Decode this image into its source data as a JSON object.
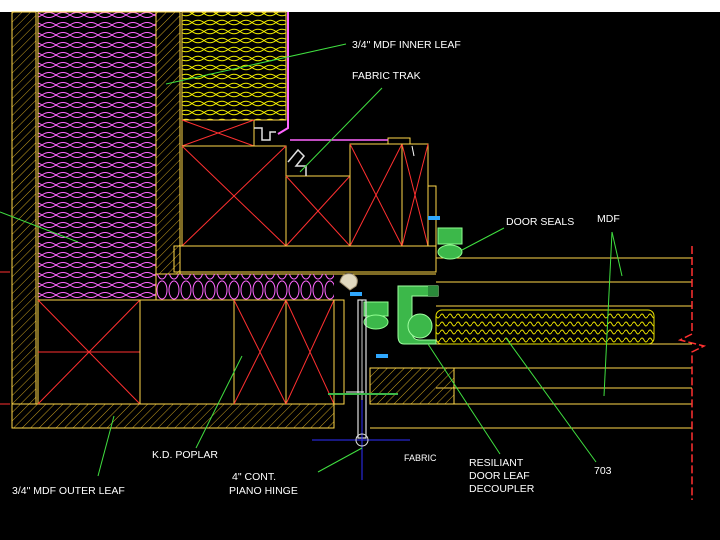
{
  "labels": {
    "inner_leaf": "3/4\" MDF INNER LEAF",
    "fabric_trak": "FABRIC TRAK",
    "door_seals": "DOOR SEALS",
    "mdf": "MDF",
    "kd_poplar": "K.D. POPLAR",
    "piano_hinge_1": "4\" CONT.",
    "piano_hinge_2": "PIANO HINGE",
    "outer_leaf": "3/4\" MDF OUTER LEAF",
    "fabric": "FABRIC",
    "decoupler_1": "RESILIANT",
    "decoupler_2": "DOOR LEAF",
    "decoupler_3": "DECOUPLER",
    "code_703": "703"
  },
  "colors": {
    "background": "#000000",
    "frame": "#ffd84a",
    "wood_x": "#ff3030",
    "insulation": "#ff66ff",
    "insulation_yellow": "#f4f000",
    "leader": "#40e040",
    "hinge": "#3030ff",
    "seal": "#3cb84a",
    "text": "#ffffff"
  }
}
